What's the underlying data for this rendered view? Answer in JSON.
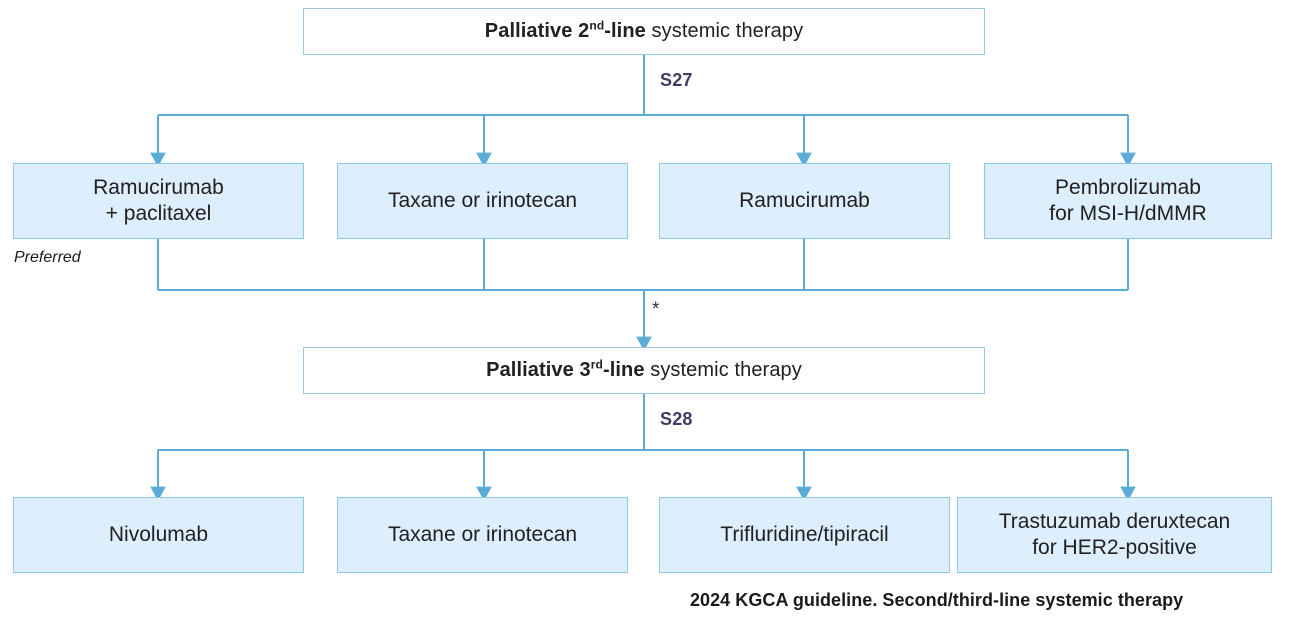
{
  "diagram": {
    "headers": [
      {
        "id": "second-line-header",
        "prefix": "Palliative 2",
        "ordinal": "nd",
        "bold_tail": "-line",
        "rest": " systemic therapy",
        "full_text": "Palliative 2nd-line systemic therapy"
      },
      {
        "id": "third-line-header",
        "prefix": "Palliative 3",
        "ordinal": "rd",
        "bold_tail": "-line",
        "rest": " systemic therapy",
        "full_text": "Palliative 3rd-line systemic therapy"
      }
    ],
    "connector_labels": [
      {
        "id": "s27",
        "text": "S27"
      },
      {
        "id": "s28",
        "text": "S28"
      }
    ],
    "second_line_options": [
      {
        "id": "ramucirumab-paclitaxel",
        "line1": "Ramucirumab",
        "line2": "+ paclitaxel"
      },
      {
        "id": "taxane-irinotecan-2l",
        "line1": "Taxane or irinotecan",
        "line2": ""
      },
      {
        "id": "ramucirumab",
        "line1": "Ramucirumab",
        "line2": ""
      },
      {
        "id": "pembrolizumab-msi",
        "line1": "Pembrolizumab",
        "line2": "for MSI-H/dMMR"
      }
    ],
    "third_line_options": [
      {
        "id": "nivolumab",
        "line1": "Nivolumab",
        "line2": ""
      },
      {
        "id": "taxane-irinotecan-3l",
        "line1": "Taxane or irinotecan",
        "line2": ""
      },
      {
        "id": "trifluridine-tipiracil",
        "line1": "Trifluridine/tipiracil",
        "line2": ""
      },
      {
        "id": "trastuzumab-deruxtecan",
        "line1": "Trastuzumab deruxtecan",
        "line2": "for HER2-positive"
      }
    ],
    "annotations": {
      "preferred_note": "Preferred",
      "asterisk": "*"
    },
    "footer": "2024 KGCA guideline. Second/third-line systemic therapy",
    "colors": {
      "box_fill": "#ddeefc",
      "box_border": "#8fc8e5",
      "header_border": "#9cc9e3",
      "connector_line": "#5aacd6",
      "label_text": "#3c3c64",
      "body_text": "#212121",
      "background": "#ffffff"
    }
  }
}
